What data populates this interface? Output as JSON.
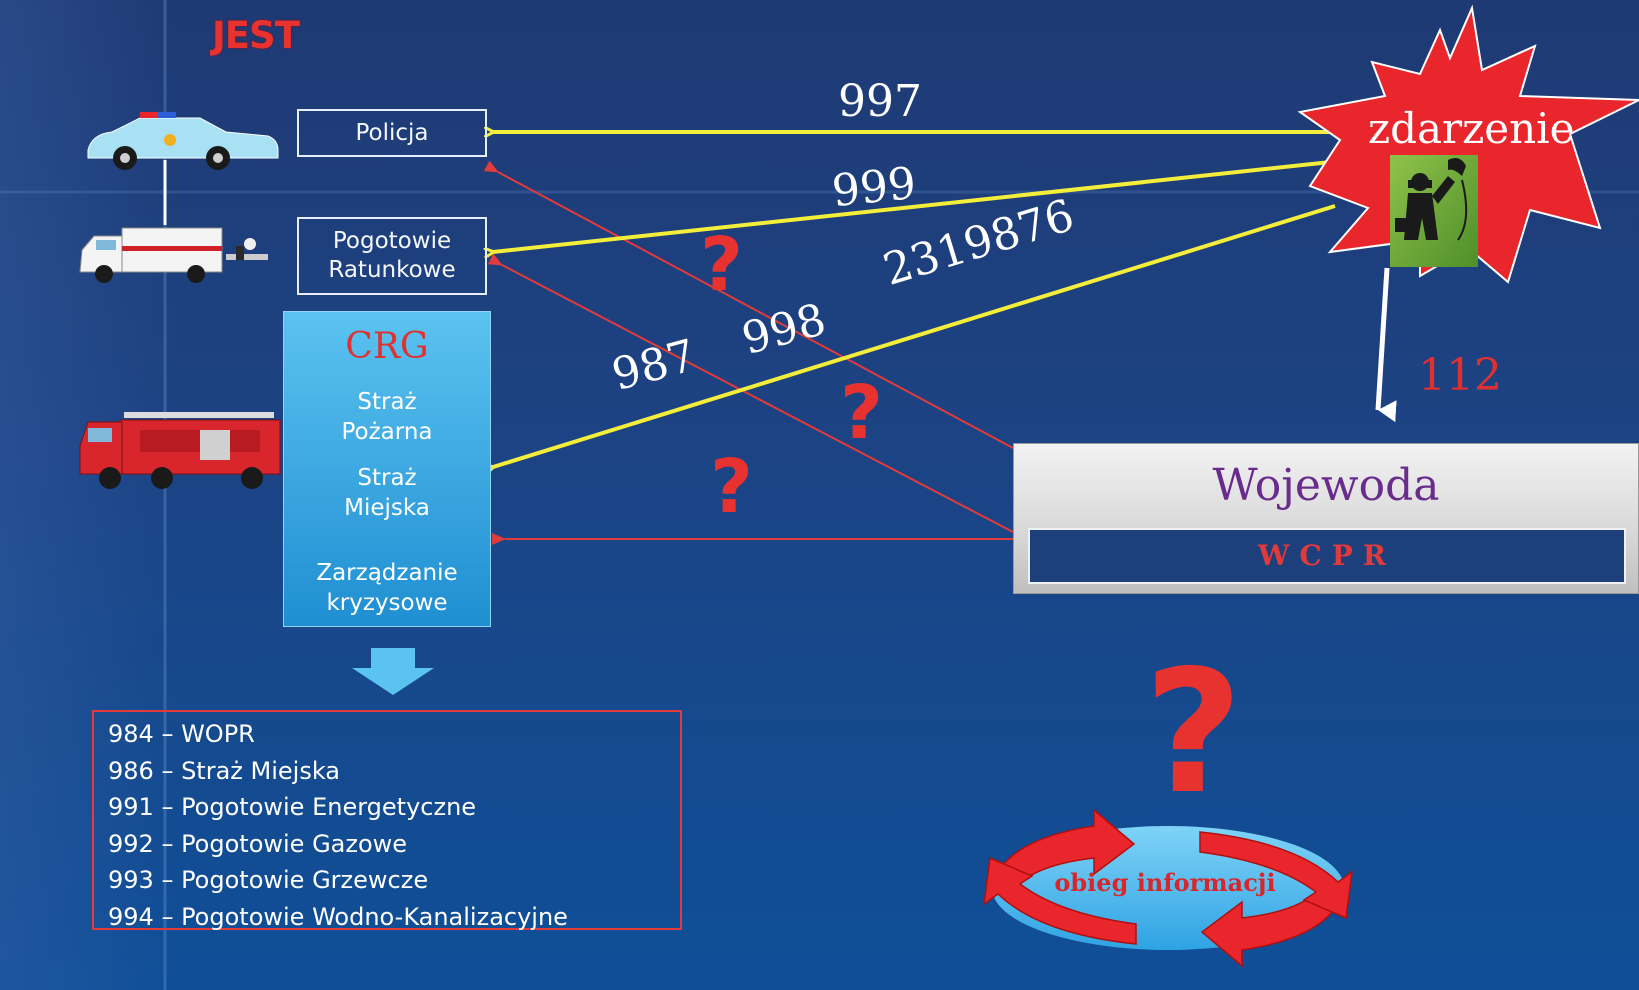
{
  "header": {
    "label": "JEST"
  },
  "services": {
    "policja": "Policja",
    "pogotowie": "Pogotowie\nRatunkowe"
  },
  "crg": {
    "title": "CRG",
    "items": [
      "Straż\nPożarna",
      "Straż\nMiejska",
      "Zarządzanie\nkryzysowe"
    ]
  },
  "phone_numbers": {
    "n997": "997",
    "n999": "999",
    "n2319876": "2319876",
    "n998": "998",
    "n987": "987",
    "n112": "112"
  },
  "event": {
    "label": "zdarzenie"
  },
  "wojewoda": {
    "title": "Wojewoda",
    "wcpr": "WCPR"
  },
  "codes": [
    "984 – WOPR",
    "986 – Straż Miejska",
    "991 – Pogotowie Energetyczne",
    "992 – Pogotowie Gazowe",
    "993 – Pogotowie Grzewcze",
    "994 – Pogotowie Wodno-Kanalizacyjne"
  ],
  "obieg": {
    "label": "obieg informacji",
    "mark": "?"
  },
  "question_mark": "?",
  "colors": {
    "yellow_arrow": "#f4ee3a",
    "red_line": "#e23b3b",
    "background": "#1d4282",
    "crg_panel": "#3aa6e0",
    "wojewoda_text": "#6a2c8c"
  },
  "icons": {
    "police_car": "police-car-icon",
    "ambulance": "ambulance-icon",
    "fire_truck": "fire-truck-icon",
    "caller": "phone-caller-icon",
    "down_arrow": "down-arrow-icon",
    "cycle": "cycle-arrows-icon"
  }
}
